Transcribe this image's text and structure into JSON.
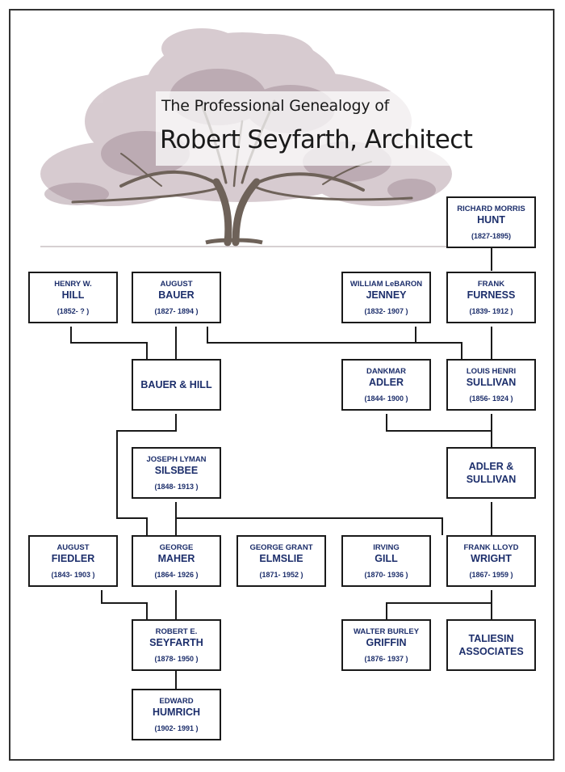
{
  "title": {
    "line1": "The Professional Genealogy of",
    "line2": "Robert Seyfarth, Architect"
  },
  "colors": {
    "box_text": "#1c2e6b",
    "border": "#1a1a1a",
    "tree_foliage": "#b8a2ab",
    "tree_trunk": "#6e6259"
  },
  "icons": {
    "illustration": "oak-tree-illustration"
  },
  "nodes": {
    "hunt": {
      "first": "RICHARD MORRIS",
      "last": "HUNT",
      "dates": "(1827-1895)"
    },
    "hill": {
      "first": "HENRY W.",
      "last": "HILL",
      "dates": "(1852- ? )"
    },
    "bauer": {
      "first": "AUGUST",
      "last": "BAUER",
      "dates": "(1827- 1894 )"
    },
    "jenney": {
      "first": "WILLIAM LeBARON",
      "last": "JENNEY",
      "dates": "(1832- 1907 )"
    },
    "furness": {
      "first": "FRANK",
      "last": "FURNESS",
      "dates": "(1839- 1912 )"
    },
    "bauer_hill": {
      "line1": "BAUER & HILL"
    },
    "adler": {
      "first": "DANKMAR",
      "last": "ADLER",
      "dates": "(1844- 1900 )"
    },
    "sullivan": {
      "first": "LOUIS HENRI",
      "last": "SULLIVAN",
      "dates": "(1856- 1924 )"
    },
    "silsbee": {
      "first": "JOSEPH LYMAN",
      "last": "SILSBEE",
      "dates": "(1848- 1913 )"
    },
    "adler_sullivan": {
      "line1": "ADLER &",
      "line2": "SULLIVAN"
    },
    "fiedler": {
      "first": "AUGUST",
      "last": "FIEDLER",
      "dates": "(1843- 1903 )"
    },
    "maher": {
      "first": "GEORGE",
      "last": "MAHER",
      "dates": "(1864- 1926 )"
    },
    "elmslie": {
      "first": "GEORGE GRANT",
      "last": "ELMSLIE",
      "dates": "(1871- 1952 )"
    },
    "gill": {
      "first": "IRVING",
      "last": "GILL",
      "dates": "(1870- 1936 )"
    },
    "wright": {
      "first": "FRANK LLOYD",
      "last": "WRIGHT",
      "dates": "(1867- 1959 )"
    },
    "seyfarth": {
      "first": "ROBERT E.",
      "last": "SEYFARTH",
      "dates": "(1878- 1950 )"
    },
    "griffin": {
      "first": "WALTER BURLEY",
      "last": "GRIFFIN",
      "dates": "(1876- 1937 )"
    },
    "taliesin": {
      "line1": "TALIESIN",
      "line2": "ASSOCIATES"
    },
    "humrich": {
      "first": "EDWARD",
      "last": "HUMRICH",
      "dates": "(1902- 1991 )"
    }
  }
}
